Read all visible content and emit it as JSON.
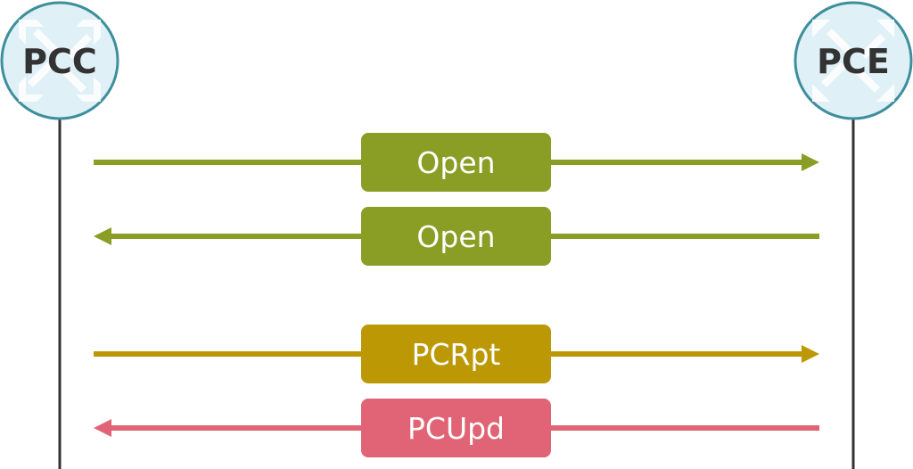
{
  "participants": {
    "left": {
      "label": "PCC",
      "icon": "router-icon"
    },
    "right": {
      "label": "PCE",
      "icon": "router-icon"
    }
  },
  "colors": {
    "node_fill": "#dff1f6",
    "node_stroke": "#3e8e9c",
    "lifeline": "#333333",
    "open": "#8a9d24",
    "pcrpt": "#bb9804",
    "pcupd": "#e06475",
    "label_text": "#ffffff"
  },
  "messages": [
    {
      "label": "Open",
      "direction": "right",
      "color": "#8a9d24"
    },
    {
      "label": "Open",
      "direction": "left",
      "color": "#8a9d24"
    },
    {
      "label": "PCRpt",
      "direction": "right",
      "color": "#bb9804"
    },
    {
      "label": "PCUpd",
      "direction": "left",
      "color": "#e06475"
    }
  ]
}
